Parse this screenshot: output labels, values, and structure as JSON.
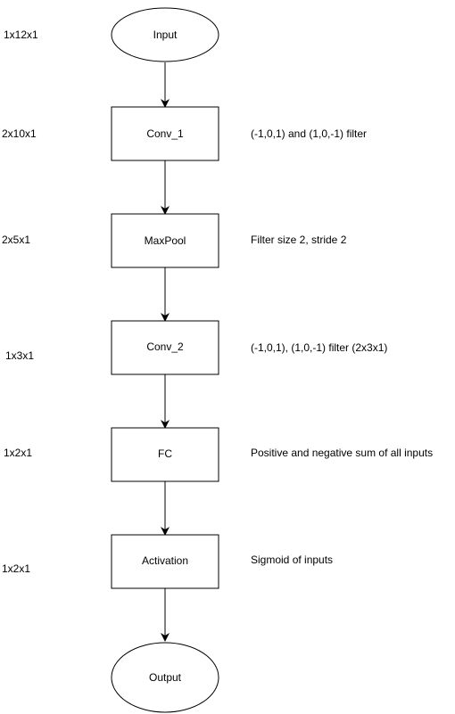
{
  "flowchart": {
    "nodes": [
      {
        "id": "input",
        "shape": "ellipse",
        "label": "Input",
        "shape_label": "1x12x1",
        "note": ""
      },
      {
        "id": "conv1",
        "shape": "rect",
        "label": "Conv_1",
        "shape_label": "2x10x1",
        "note": "(-1,0,1) and (1,0,-1) filter"
      },
      {
        "id": "maxpool",
        "shape": "rect",
        "label": "MaxPool",
        "shape_label": "2x5x1",
        "note": "Filter size 2, stride 2"
      },
      {
        "id": "conv2",
        "shape": "rect",
        "label": "Conv_2",
        "shape_label": "1x3x1",
        "note": "(-1,0,1), (1,0,-1) filter (2x3x1)"
      },
      {
        "id": "fc",
        "shape": "rect",
        "label": "FC",
        "shape_label": "1x2x1",
        "note": "Positive and negative sum of all inputs"
      },
      {
        "id": "activation",
        "shape": "rect",
        "label": "Activation",
        "shape_label": "1x2x1",
        "note": "Sigmoid of inputs"
      },
      {
        "id": "output",
        "shape": "ellipse",
        "label": "Output",
        "shape_label": "",
        "note": ""
      }
    ],
    "colors": {
      "stroke": "#000000",
      "fill": "#ffffff",
      "text": "#000000"
    }
  }
}
